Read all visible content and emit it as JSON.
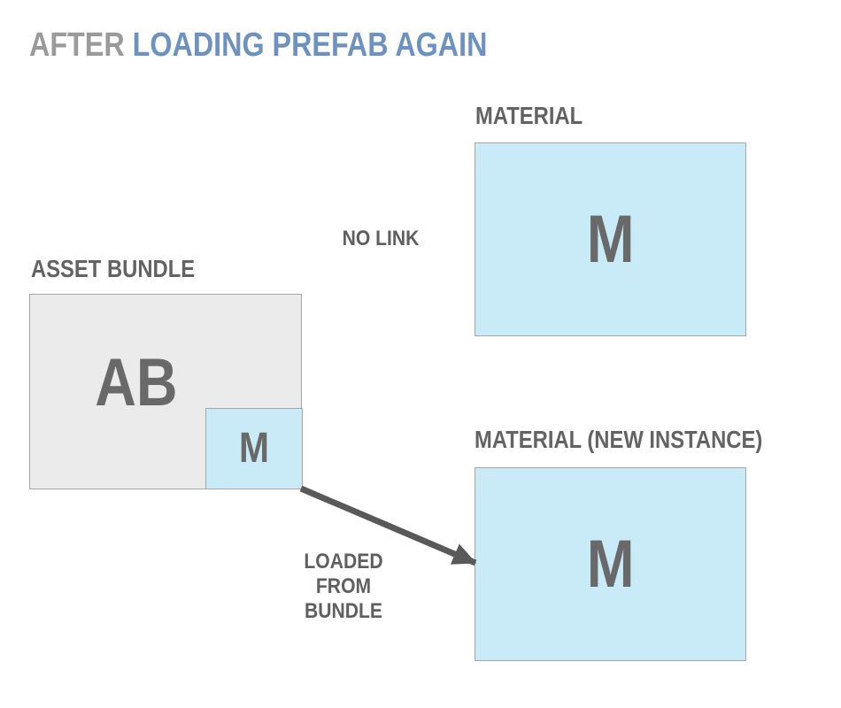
{
  "title": {
    "prefix": "AFTER",
    "highlight": "LOADING PREFAB AGAIN"
  },
  "nodes": {
    "material": {
      "label": "MATERIAL",
      "letter": "M"
    },
    "asset_bundle": {
      "label": "ASSET BUNDLE",
      "letter": "AB",
      "bundled_material_letter": "M"
    },
    "material_new_instance": {
      "label": "MATERIAL (NEW INSTANCE)",
      "letter": "M"
    }
  },
  "annotations": {
    "no_link": "NO LINK",
    "loaded_from_bundle": "LOADED FROM\nBUNDLE"
  },
  "colors": {
    "title_prefix_gray": "#9a9a9a",
    "title_highlight_blue": "#6d92bf",
    "label_gray": "#636363",
    "letter_gray": "#696969",
    "note_gray": "#5f5f5f",
    "box_blue_fill": "#c9eaf7",
    "box_gray_fill": "#ebebeb",
    "box_border_gray": "#a6a6a6",
    "arrow_gray": "#595959",
    "background": "#ffffff"
  }
}
